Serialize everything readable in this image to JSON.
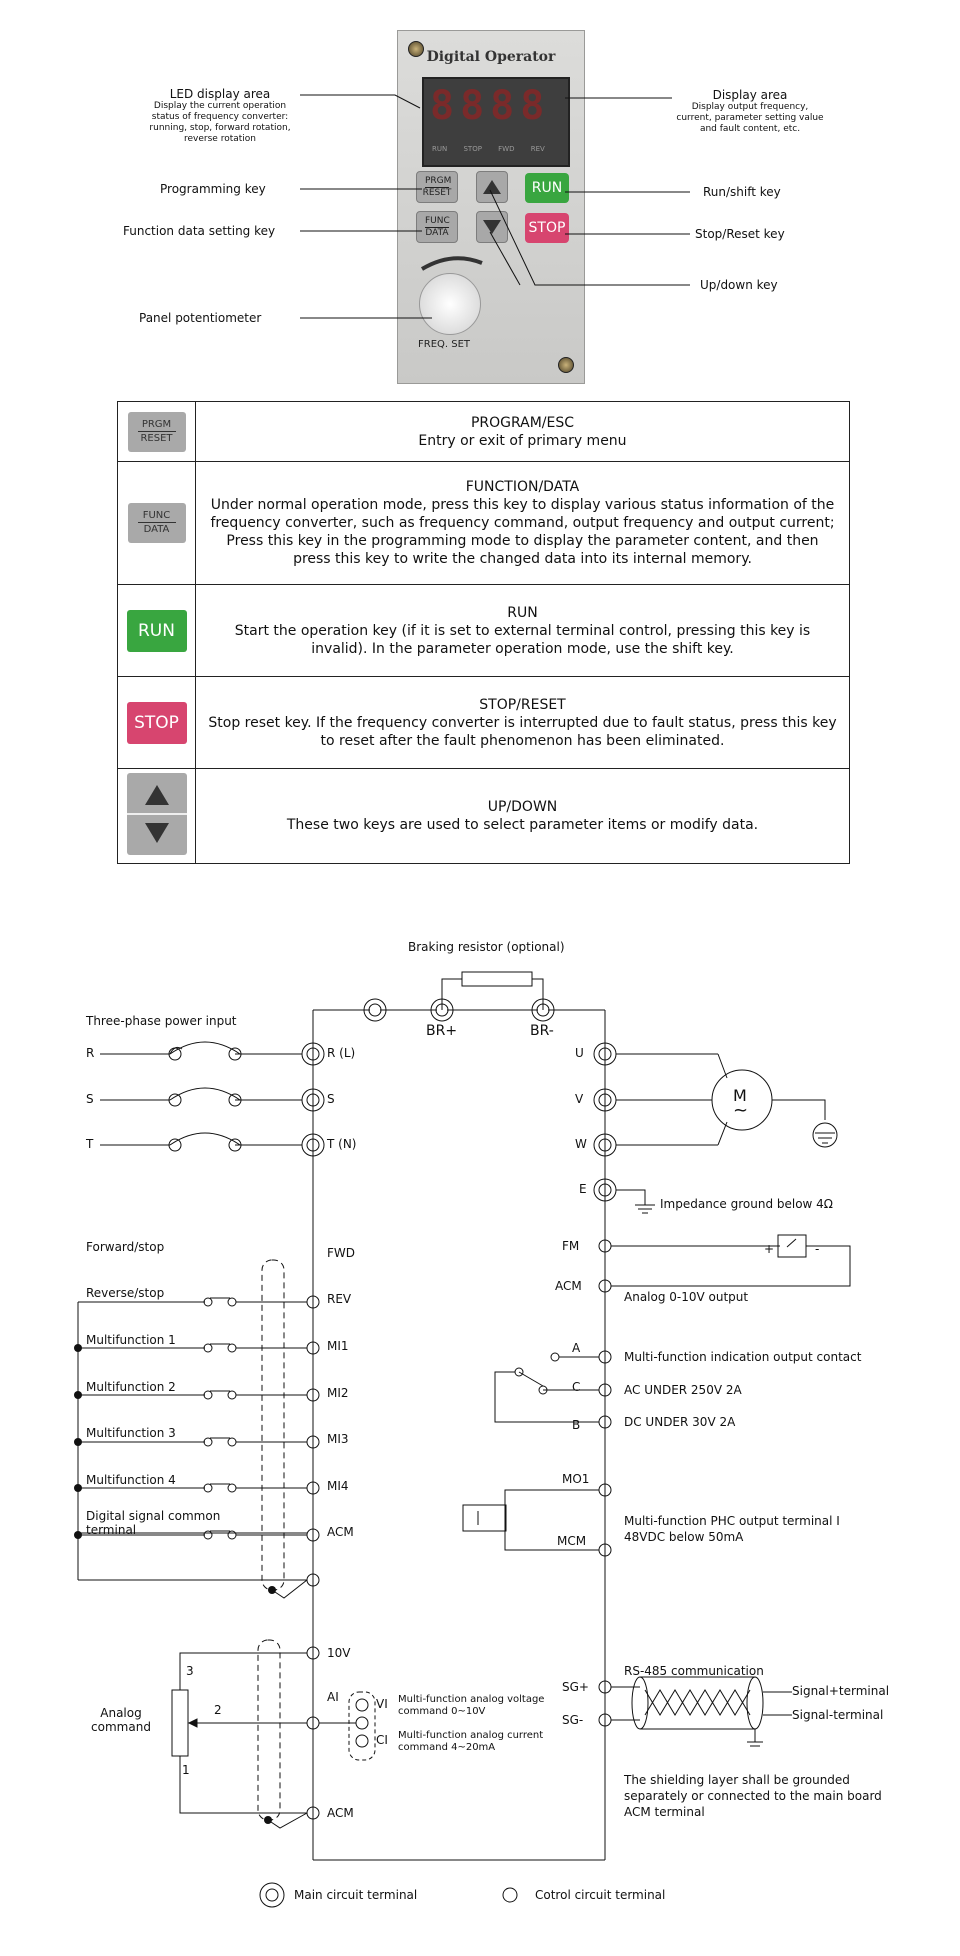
{
  "panel": {
    "title": "Digital Operator",
    "led_digits": "8888",
    "led_indicators": [
      "RUN",
      "STOP",
      "FWD",
      "REV"
    ],
    "keys": {
      "prgm_top": "PRGM",
      "prgm_bottom": "RESET",
      "func_top": "FUNC",
      "func_bottom": "DATA",
      "run": "RUN",
      "stop": "STOP",
      "freq_set": "FREQ. SET"
    }
  },
  "callouts": {
    "led_title": "LED display area",
    "led_desc": "Display the current operation status of frequency converter: running, stop, forward rotation, reverse rotation",
    "programming_key": "Programming key",
    "function_key": "Function data setting key",
    "potentiometer": "Panel potentiometer",
    "display_title": "Display area",
    "display_desc": "Display output frequency, current, parameter setting value and fault content, etc.",
    "run_shift": "Run/shift key",
    "stop_reset": "Stop/Reset key",
    "up_down": "Up/down key"
  },
  "table": [
    {
      "key": "prgm",
      "title": "PROGRAM/ESC",
      "desc": "Entry or exit of primary menu"
    },
    {
      "key": "func",
      "title": "FUNCTION/DATA",
      "desc": "Under normal operation mode, press this key to display various status information of the frequency converter, such as frequency command, output frequency and output current; Press this key in the programming mode to display the parameter content, and then press this key to write the changed data into its internal memory."
    },
    {
      "key": "run",
      "title": "RUN",
      "desc": "Start the operation key (if it is set to external terminal control, pressing this key is invalid). In the parameter operation mode, use the shift key."
    },
    {
      "key": "stop",
      "title": "STOP/RESET",
      "desc": "Stop reset key. If the frequency converter is interrupted due to fault status, press this key to reset after the fault phenomenon has been eliminated."
    },
    {
      "key": "updown",
      "title": "UP/DOWN",
      "desc": "These two keys are used to select parameter items or modify data."
    }
  ],
  "wiring": {
    "braking_resistor": "Braking resistor (optional)",
    "br_plus": "BR+",
    "br_minus": "BR-",
    "power_input": "Three-phase power input",
    "phase_r": "R",
    "phase_s": "S",
    "phase_t": "T",
    "term_rl": "R (L)",
    "term_s": "S",
    "term_tn": "T (N)",
    "term_u": "U",
    "term_v": "V",
    "term_w": "W",
    "term_e": "E",
    "motor": "M",
    "impedance_ground": "Impedance ground below 4Ω",
    "fm": "FM",
    "acm": "ACM",
    "analog_output": "Analog 0-10V output",
    "relay_a": "A",
    "relay_c": "C",
    "relay_b": "B",
    "relay_desc": "Multi-function indication output contact",
    "relay_ac": "AC UNDER 250V  2A",
    "relay_dc": "DC UNDER 30V  2A",
    "mo1": "MO1",
    "mcm": "MCM",
    "phc_desc1": "Multi-function PHC output terminal I",
    "phc_desc2": "48VDC below 50mA",
    "inputs": [
      "Forward/stop",
      "Reverse/stop",
      "Multifunction 1",
      "Multifunction 2",
      "Multifunction 3",
      "Multifunction 4"
    ],
    "input_terms": [
      "FWD",
      "REV",
      "MI1",
      "MI2",
      "MI3",
      "MI4"
    ],
    "digital_common": "Digital signal common terminal",
    "term_acm": "ACM",
    "term_10v": "10V",
    "term_ai": "AI",
    "vi": "VI",
    "ci": "CI",
    "vi_desc": "Multi-function analog voltage command  0~10V",
    "ci_desc": "Multi-function analog current command 4~20mA",
    "analog_command": "Analog command",
    "pot_1": "1",
    "pot_2": "2",
    "pot_3": "3",
    "rs485": "RS-485 communication",
    "sg_plus": "SG+",
    "sg_minus": "SG-",
    "signal_plus": "Signal+terminal",
    "signal_minus": "Signal-terminal",
    "shield_note": "The shielding layer shall be grounded separately or connected to the main board ACM terminal",
    "legend_main": "Main circuit terminal",
    "legend_control": "Cotrol circuit terminal"
  }
}
